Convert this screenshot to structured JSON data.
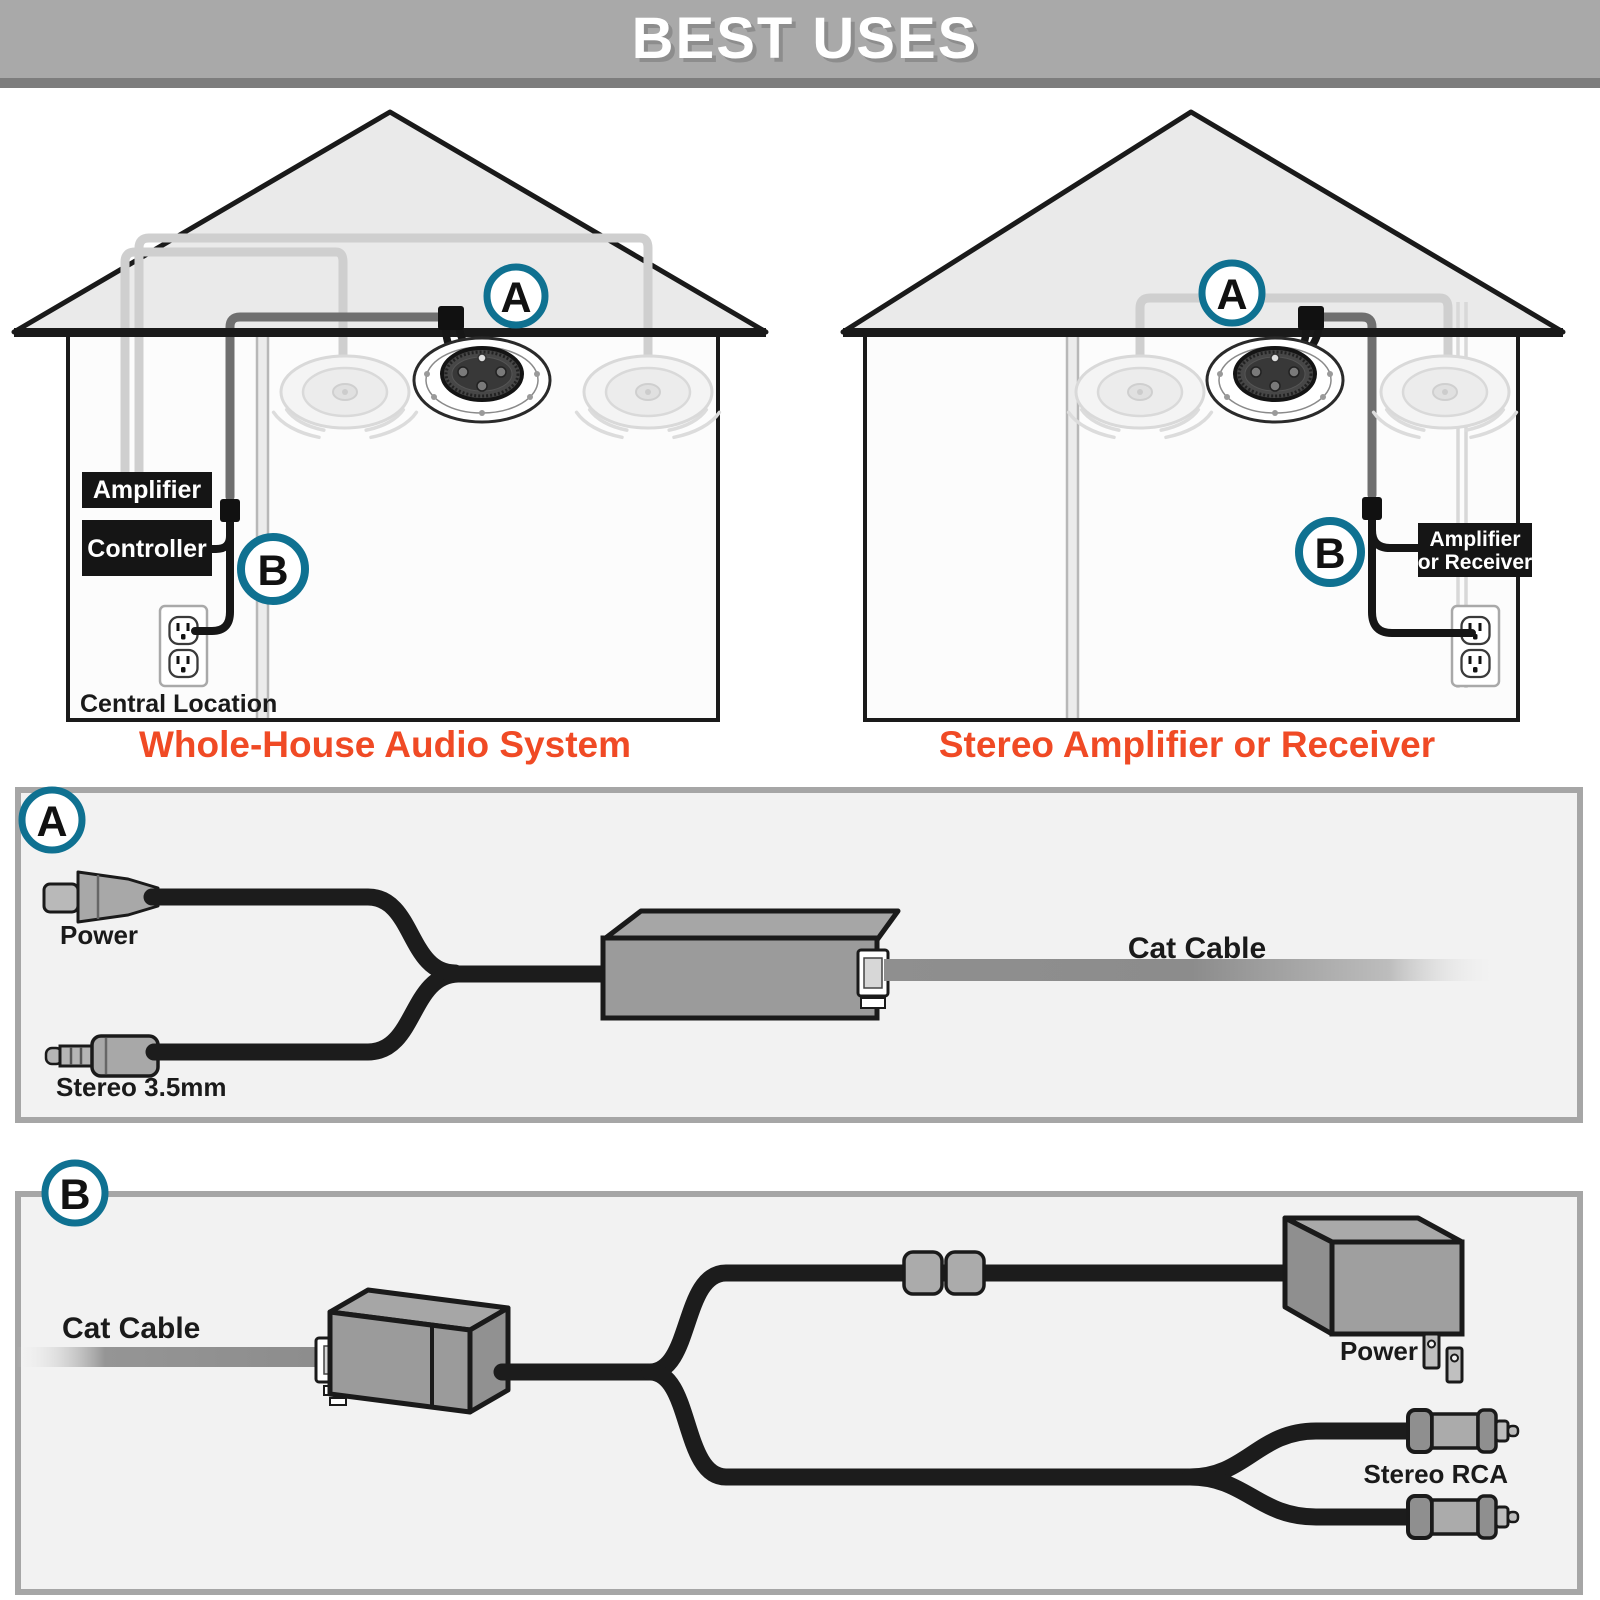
{
  "header": {
    "title": "BEST USES"
  },
  "badge_labels": {
    "a": "A",
    "b": "B"
  },
  "house_left": {
    "caption": "Whole-House Audio System",
    "amplifier_label": "Amplifier",
    "controller_label": "Controller",
    "central_location_label": "Central Location"
  },
  "house_right": {
    "caption": "Stereo Amplifier or Receiver",
    "amp_receiver_line1": "Amplifier",
    "amp_receiver_line2": "or Receiver"
  },
  "panel_a": {
    "power_label": "Power",
    "stereo_jack_label": "Stereo 3.5mm",
    "cat_cable_label": "Cat Cable"
  },
  "panel_b": {
    "cat_cable_label": "Cat Cable",
    "power_label": "Power",
    "stereo_rca_label": "Stereo RCA"
  },
  "colors": {
    "accent_teal": "#0f7191",
    "caption_orange": "#f04a25",
    "header_gray": "#a9a9a9",
    "label_box_black": "#151515"
  }
}
